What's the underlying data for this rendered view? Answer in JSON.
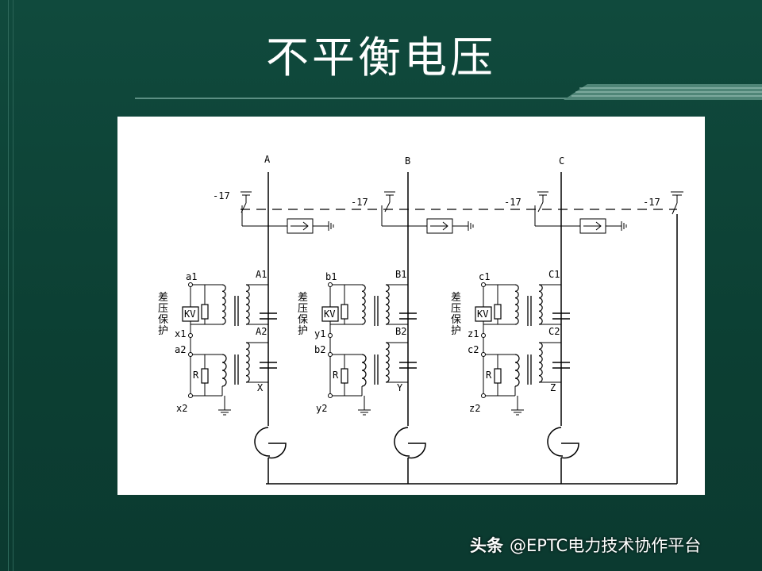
{
  "slide": {
    "title": "不平衡电压"
  },
  "diagram": {
    "phases": [
      {
        "bus": "A",
        "top": "A1",
        "mid": "A2",
        "bottom": "X",
        "sec_top": "a1",
        "sec_mid": "x1",
        "sec_mid2": "a2",
        "sec_bottom": "x2"
      },
      {
        "bus": "B",
        "top": "B1",
        "mid": "B2",
        "bottom": "Y",
        "sec_top": "b1",
        "sec_mid": "y1",
        "sec_mid2": "b2",
        "sec_bottom": "y2"
      },
      {
        "bus": "C",
        "top": "C1",
        "mid": "C2",
        "bottom": "Z",
        "sec_top": "c1",
        "sec_mid": "z1",
        "sec_mid2": "c2",
        "sec_bottom": "z2"
      }
    ],
    "breaker_code": "-17",
    "resistor": "R",
    "relay": "KV",
    "protection": [
      "差",
      "压",
      "保",
      "护"
    ]
  },
  "watermark": {
    "brand": "头条",
    "text": "@EPTC电力技术协作平台"
  }
}
